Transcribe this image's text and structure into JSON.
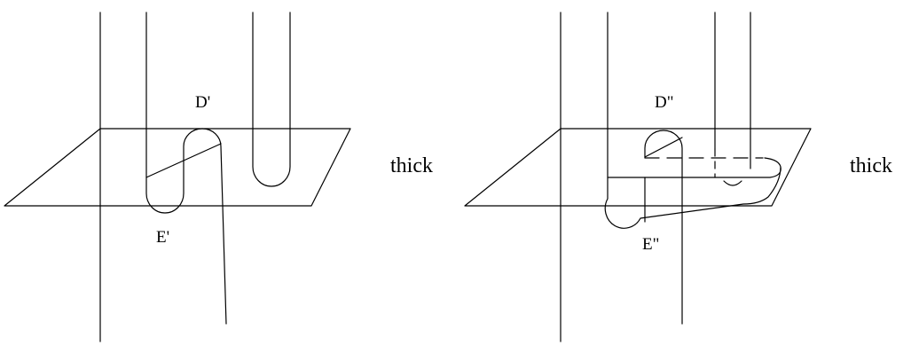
{
  "left_panel": {
    "label_top": "D'",
    "label_bottom": "E'",
    "label_side": "thick"
  },
  "right_panel": {
    "label_top": "D\"",
    "label_bottom": "E\"",
    "label_side": "thick"
  }
}
